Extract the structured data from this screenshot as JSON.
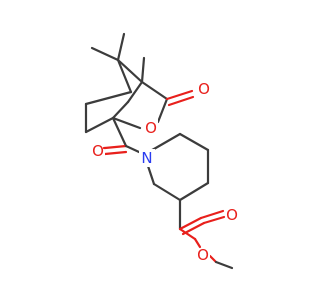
{
  "molecule": {
    "atoms": {
      "carbonyl_o_lactone": {
        "symbol": "O",
        "color": "#e8201c"
      },
      "ring_o_lactone": {
        "symbol": "O",
        "color": "#e8201c"
      },
      "amide_o": {
        "symbol": "O",
        "color": "#e8201c"
      },
      "amide_n": {
        "symbol": "N",
        "color": "#2a3cf0"
      },
      "ester_carbonyl_o": {
        "symbol": "O",
        "color": "#e8201c"
      },
      "ester_o": {
        "symbol": "O",
        "color": "#e8201c"
      }
    },
    "bond_color": "#3c3c3c"
  }
}
